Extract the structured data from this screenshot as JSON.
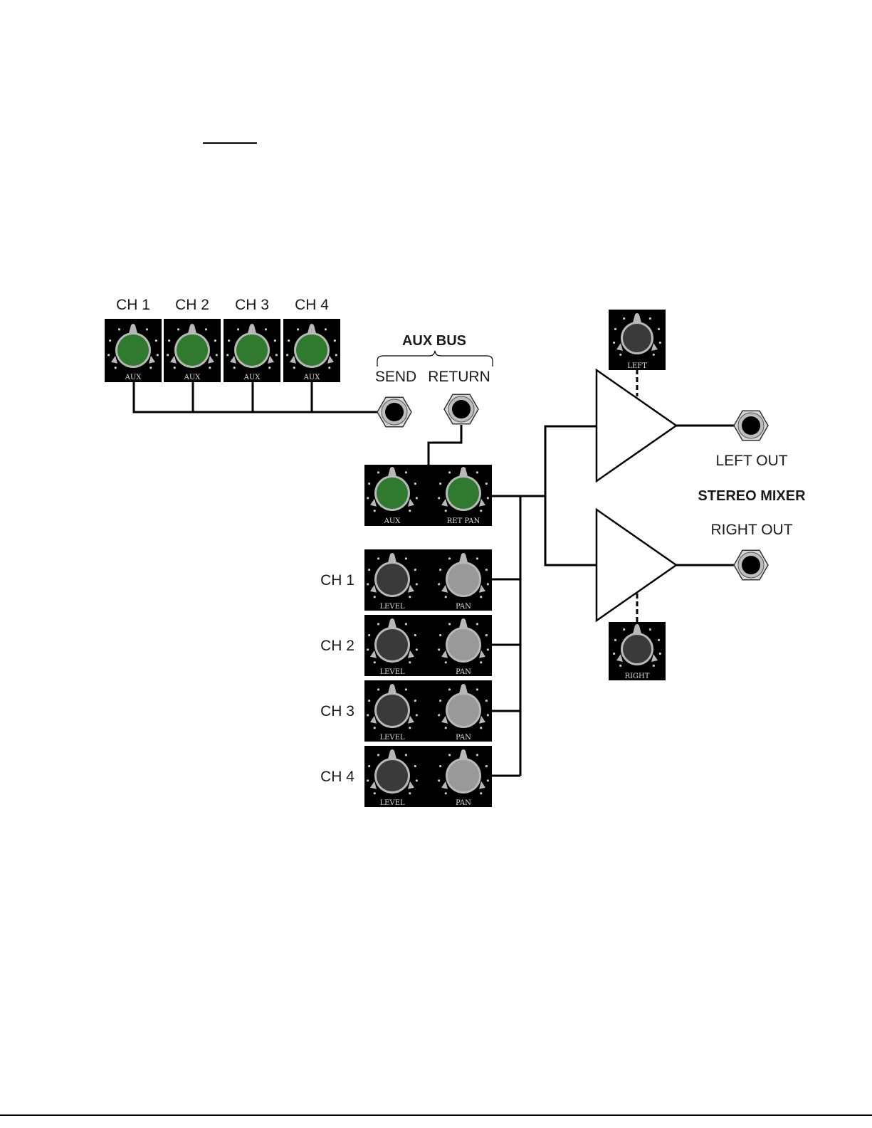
{
  "colors": {
    "panel": "#000000",
    "knob_green": "#2f7a2f",
    "knob_dark": "#3a3a3a",
    "knob_light": "#999999",
    "knob_ring": "#b8b8b8",
    "dot": "#c8c8c8",
    "wire": "#000000"
  },
  "aux_sends": [
    {
      "channel": "CH 1",
      "knob_label": "AUX"
    },
    {
      "channel": "CH 2",
      "knob_label": "AUX"
    },
    {
      "channel": "CH 3",
      "knob_label": "AUX"
    },
    {
      "channel": "CH 4",
      "knob_label": "AUX"
    }
  ],
  "aux_bus": {
    "title": "AUX BUS",
    "send_label": "SEND",
    "return_label": "RETURN"
  },
  "aux_return_module": {
    "aux_knob_label": "AUX",
    "ret_pan_knob_label": "RET PAN"
  },
  "channel_strips": [
    {
      "channel": "CH 1",
      "level_label": "LEVEL",
      "pan_label": "PAN"
    },
    {
      "channel": "CH 2",
      "level_label": "LEVEL",
      "pan_label": "PAN"
    },
    {
      "channel": "CH 3",
      "level_label": "LEVEL",
      "pan_label": "PAN"
    },
    {
      "channel": "CH 4",
      "level_label": "LEVEL",
      "pan_label": "PAN"
    }
  ],
  "stereo_mixer": {
    "title": "STEREO MIXER",
    "left_out_label": "LEFT OUT",
    "right_out_label": "RIGHT OUT",
    "left_knob_label": "LEFT",
    "right_knob_label": "RIGHT"
  }
}
